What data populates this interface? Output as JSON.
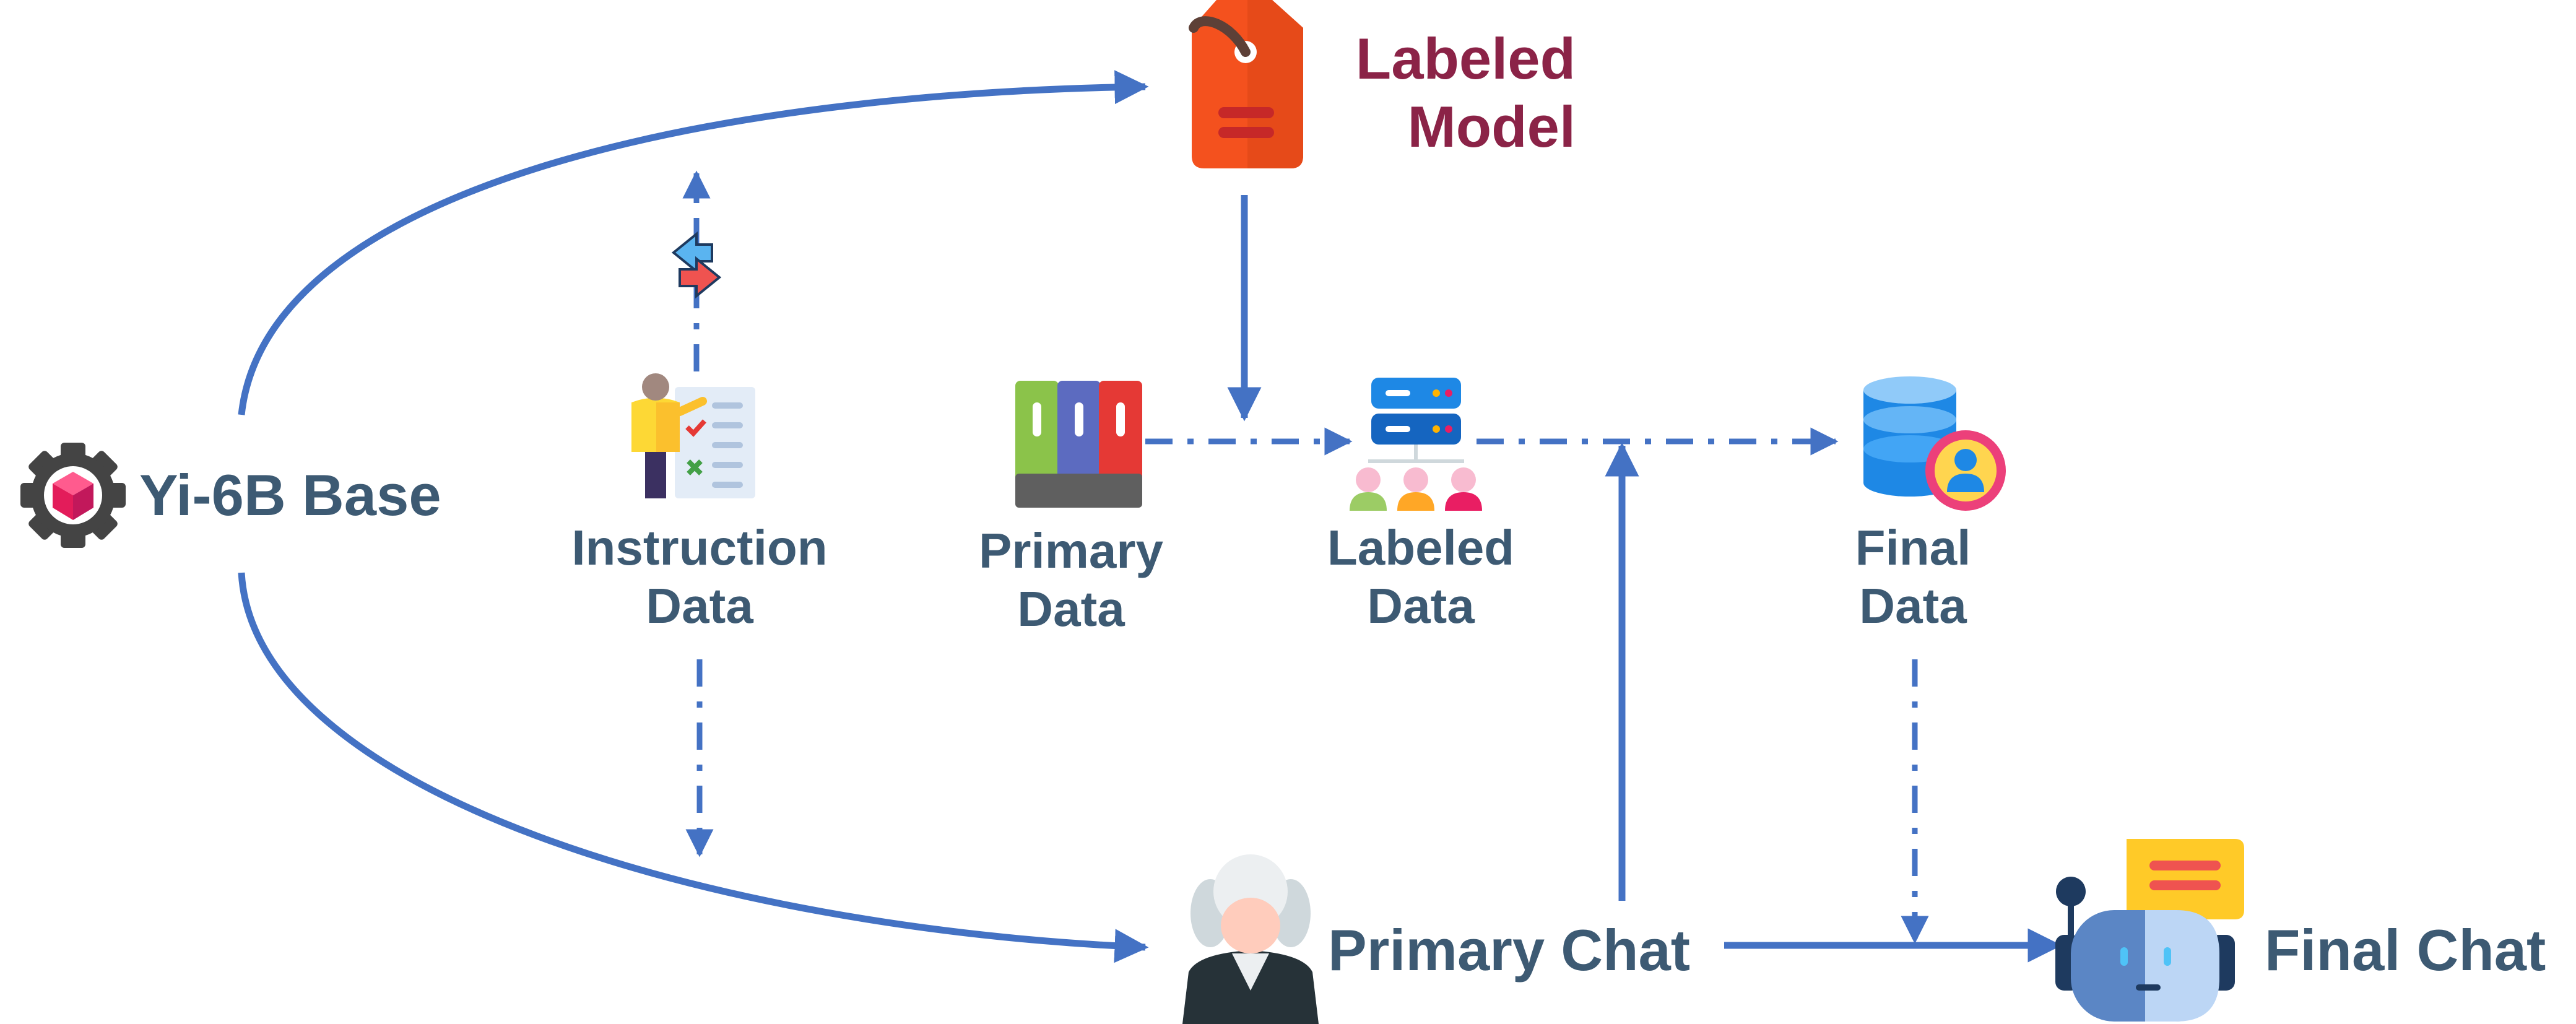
{
  "nodes": {
    "base": {
      "label": "Yi-6B Base",
      "icon": "gear-cube-icon"
    },
    "labeled_model": {
      "line1": "Labeled",
      "line2": "Model",
      "icon": "price-tag-icon"
    },
    "instruction_data": {
      "line1": "Instruction",
      "line2": "Data",
      "icon": "teacher-checklist-icon"
    },
    "primary_data": {
      "line1": "Primary",
      "line2": "Data",
      "icon": "binders-icon"
    },
    "labeled_data": {
      "line1": "Labeled",
      "line2": "Data",
      "icon": "server-users-icon"
    },
    "final_data": {
      "line1": "Final",
      "line2": "Data",
      "icon": "database-user-icon"
    },
    "primary_chat": {
      "label": "Primary Chat",
      "icon": "judge-icon"
    },
    "final_chat": {
      "label": "Final Chat",
      "icon": "chatbot-icon"
    }
  },
  "colors": {
    "arrow": "#4472c4",
    "label": "#3d5a73",
    "model_label": "#8b2347",
    "tag": "#f4511e"
  }
}
